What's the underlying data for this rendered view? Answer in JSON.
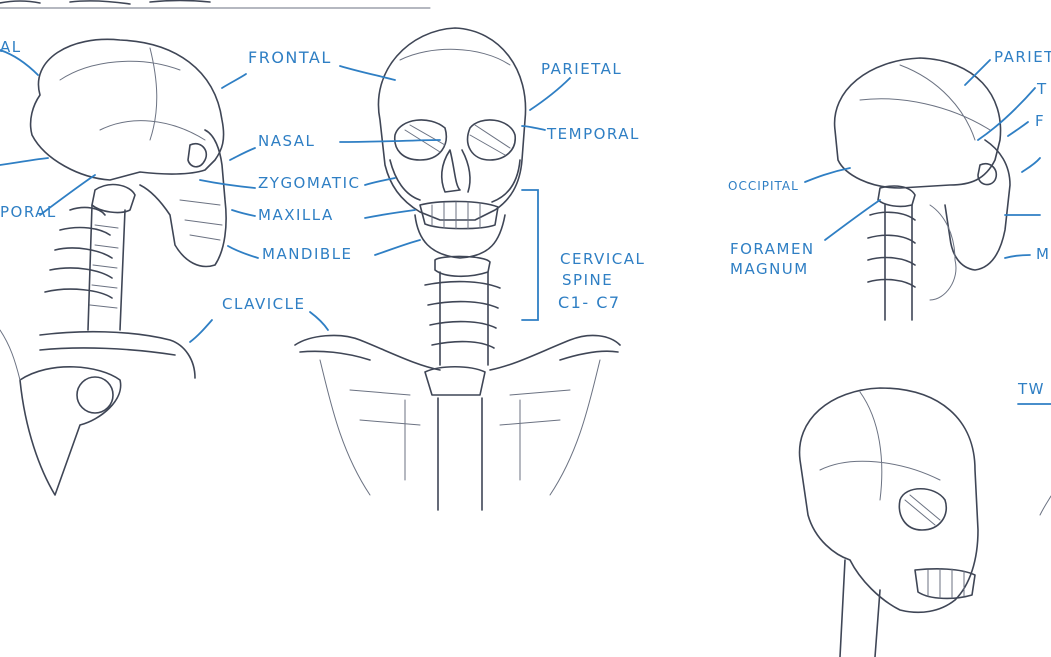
{
  "labels": {
    "frontal": "FRONTAL",
    "nasal": "NASAL",
    "zygomatic": "ZYGOMATIC",
    "maxilla": "MAXILLA",
    "mandible": "MANDIBLE",
    "clavicle": "CLAVICLE",
    "parietal": "PARIETAL",
    "temporal": "TEMPORAL",
    "cervical": "CERVICAL",
    "spine": "SPINE",
    "c1c7": "C1- C7",
    "temporal_left_partial": "PORAL",
    "occipital": "OCCIPITAL",
    "foramen": "FORAMEN",
    "magnum": "MAGNUM",
    "parietal_right_partial": "PARIET",
    "mandible_right_partial": "M",
    "tw_partial": "TW"
  },
  "colors": {
    "background": "#ffffff",
    "sketch_line": "#3f4656",
    "label_blue": "#2f7fc4"
  }
}
